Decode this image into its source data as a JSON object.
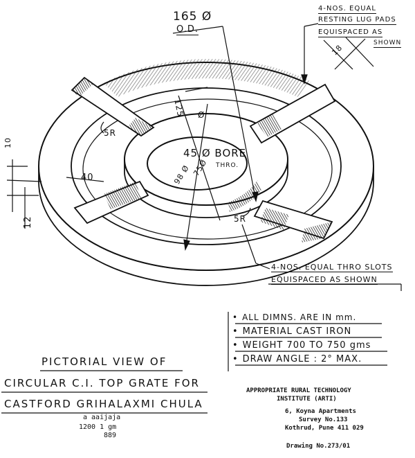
{
  "dims": {
    "od": "165 Ø",
    "od_sub": "O.D.",
    "d125": "125",
    "d125_sub": "Ø",
    "bore": "45 Ø BORE",
    "bore_sub": "THRO.",
    "d98": "98 Ø",
    "d98_2": "75Ø",
    "r5_left": "5R",
    "r5_right": "5R",
    "d40": "40",
    "d10": "10",
    "d12": "12",
    "d18": "18"
  },
  "notes": {
    "lug_line1": "4-NOS. EQUAL",
    "lug_line2": "RESTING LUG PADS",
    "lug_line3": "EQUISPACED AS",
    "lug_line4": "SHOWN",
    "slots_line1": "4-NOS. EQUAL THRO SLOTS",
    "slots_line2": "EQUISPACED AS SHOWN"
  },
  "specs": [
    "ALL DIMNS. ARE IN mm.",
    "MATERIAL   CAST IRON",
    "WEIGHT    700 TO 750 gms",
    "DRAW ANGLE : 2° MAX."
  ],
  "title": {
    "line1": "PICTORIAL VIEW OF",
    "line2": "CIRCULAR C.I. TOP GRATE FOR",
    "line3": "CASTFORD GRIHALAXMI CHULA"
  },
  "institute": {
    "line1": "APPROPRIATE RURAL TECHNOLOGY",
    "line2": "INSTITUTE (ARTI)",
    "line3": "6, Koyna Apartments",
    "line4": "Survey No.133",
    "line5": "Kothrud, Pune 411 029",
    "drawing": "Drawing No.273/01"
  },
  "stamp": {
    "line1": "a aaijaja",
    "line2": "1200 1 gm",
    "line3": "889"
  }
}
